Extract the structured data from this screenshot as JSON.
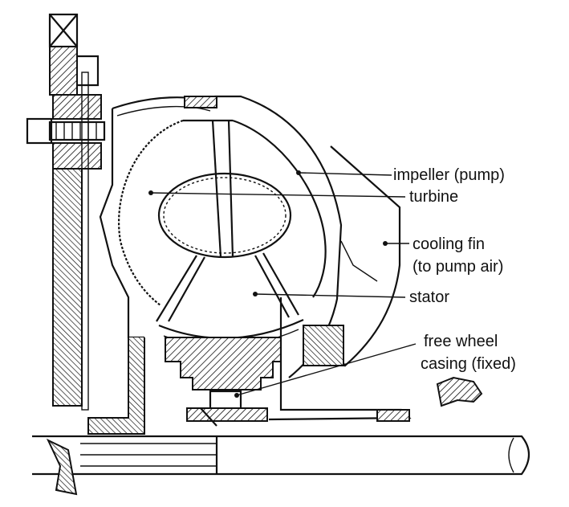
{
  "labels": {
    "impeller": "impeller (pump)",
    "turbine": "turbine",
    "cooling_fin_1": "cooling fin",
    "cooling_fin_2": "(to pump air)",
    "stator": "stator",
    "free_wheel_1": "free wheel",
    "free_wheel_2": "casing (fixed)"
  },
  "colors": {
    "ink": "#111111",
    "paper": "#ffffff"
  }
}
